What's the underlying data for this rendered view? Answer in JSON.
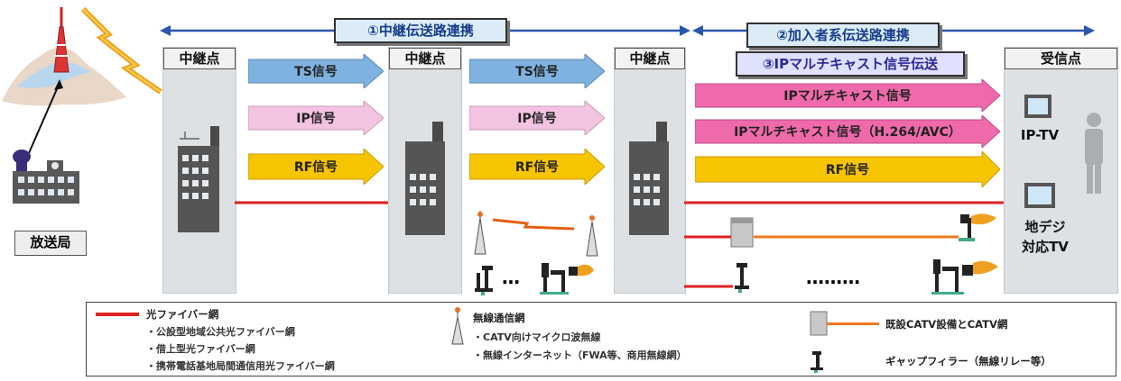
{
  "banners": {
    "relay_link": "①中継伝送路連携",
    "subscriber_link": "②加入者系伝送路連携",
    "ip_multicast": "③IPマルチキャスト信号伝送"
  },
  "nodes": {
    "relay1": "中継点",
    "relay2": "中継点",
    "relay3": "中継点",
    "receiver": "受信点",
    "broadcaster": "放送局"
  },
  "signals": {
    "ts1": "TS信号",
    "ip1": "IP信号",
    "rf1": "RF信号",
    "ts2": "TS信号",
    "ip2": "IP信号",
    "rf2": "RF信号",
    "ipmc": "IPマルチキャスト信号",
    "ipmc_h264": "IPマルチキャスト信号（H.264/AVC）",
    "rf3": "RF信号"
  },
  "receivers": {
    "iptv": "IP-TV",
    "dtv_line1": "地デジ",
    "dtv_line2": "対応TV"
  },
  "dots": {
    "short": "…",
    "long": "………"
  },
  "legend": {
    "fiber_title": "光ファイバー網",
    "fiber_items": [
      "・公設型地域公共光ファイバー網",
      "・借上型光ファイバー網",
      "・携帯電話基地局間通信用光ファイバー網"
    ],
    "wireless_title": "無線通信網",
    "wireless_items": [
      "・CATV向けマイクロ波無線",
      "・無線インターネット（FWA等、商用無線網）"
    ],
    "catv": "既設CATV設備とCATV網",
    "gapfiller": "ギャップフィラー（無線リレー等）"
  },
  "colors": {
    "ts": "#7fb2e0",
    "ip": "#f3c3e2",
    "rf": "#f7c400",
    "ipmc": "#ef6aaa",
    "fiber": "#e02020",
    "catv": "#f07820",
    "banner_text": "#163d8c"
  }
}
